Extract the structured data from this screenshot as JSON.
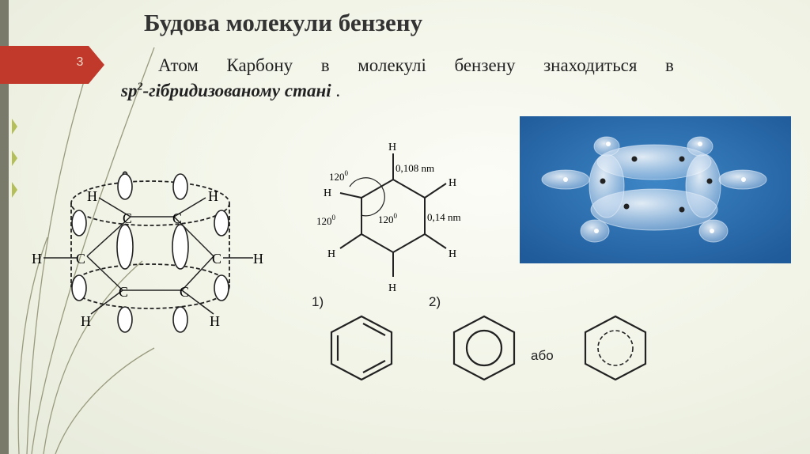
{
  "slide": {
    "number": "3",
    "title": "Будова молекули бензену",
    "text_line1_words": [
      "Атом",
      "Карбону",
      "в",
      "молекулі",
      "бензену",
      "знаходиться",
      "в"
    ],
    "text_line2_emph_prefix": "sp",
    "text_line2_sup": "2",
    "text_line2_emph_rest": "-гібридизованому стані",
    "text_line2_end": " ."
  },
  "orbital_diagram": {
    "carbon": "C",
    "hydrogen": "H"
  },
  "hex_diagram": {
    "hydrogen": "H",
    "angle_top": "120",
    "angle_left": "120",
    "angle_center": "120",
    "angle_sup": "0",
    "ch_length": "0,108 nm",
    "cc_length": "0,14 nm"
  },
  "formulas": {
    "label_1": "1)",
    "label_2": "2)",
    "or_word": "або"
  },
  "colors": {
    "accent_tab": "#c0392b",
    "model_bg": "#2a6cb0",
    "left_bar": "#7a7a6a"
  }
}
